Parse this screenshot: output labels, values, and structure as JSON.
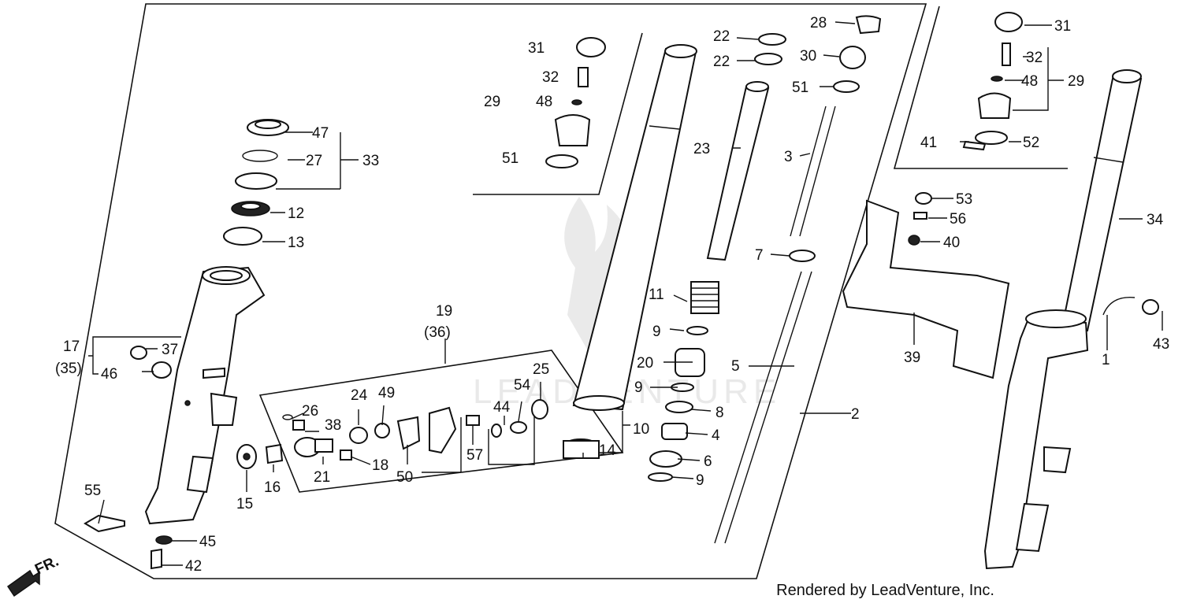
{
  "diagram": {
    "credit": "Rendered by LeadVenture, Inc.",
    "watermark": "LEADVENTURE",
    "direction_label": "FR.",
    "labels": {
      "l1": "1",
      "l2": "2",
      "l3": "3",
      "l4": "4",
      "l5": "5",
      "l6": "6",
      "l7": "7",
      "l8": "8",
      "l9": "9",
      "l10": "10",
      "l11": "11",
      "l12": "12",
      "l13": "13",
      "l14": "14",
      "l15": "15",
      "l16": "16",
      "l17": "17",
      "l18": "18",
      "l19": "19",
      "l20": "20",
      "l21": "21",
      "l22": "22",
      "l23": "23",
      "l24": "24",
      "l25": "25",
      "l26": "26",
      "l27": "27",
      "l28": "28",
      "l29": "29",
      "l30": "30",
      "l31": "31",
      "l32": "32",
      "l33": "33",
      "l34": "34",
      "l35": "(35)",
      "l36": "(36)",
      "l37": "37",
      "l38": "38",
      "l39": "39",
      "l40": "40",
      "l41": "41",
      "l42": "42",
      "l43": "43",
      "l44": "44",
      "l45": "45",
      "l46": "46",
      "l47": "47",
      "l48": "48",
      "l49": "49",
      "l50": "50",
      "l51": "51",
      "l52": "52",
      "l53": "53",
      "l54": "54",
      "l55": "55",
      "l56": "56",
      "l57": "57"
    }
  }
}
